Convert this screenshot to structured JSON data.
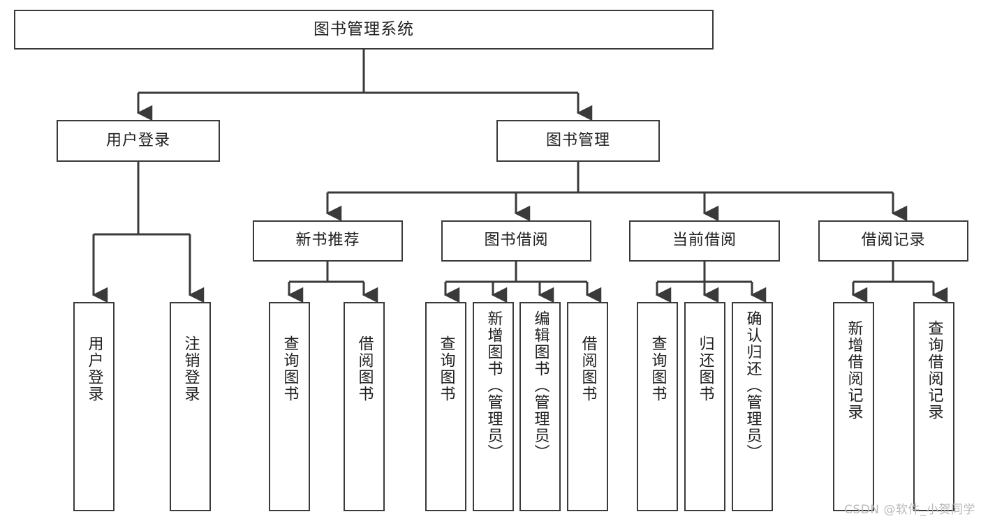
{
  "diagram": {
    "title": "图书管理系统",
    "type": "tree",
    "root": {
      "label": "图书管理系统"
    },
    "level2": [
      {
        "label": "用户登录"
      },
      {
        "label": "图书管理"
      }
    ],
    "level3": [
      {
        "label": "新书推荐"
      },
      {
        "label": "图书借阅"
      },
      {
        "label": "当前借阅"
      },
      {
        "label": "借阅记录"
      }
    ],
    "leaves": {
      "user_login": [
        {
          "label": "用户登录"
        },
        {
          "label": "注销登录"
        }
      ],
      "new_book_recommend": [
        {
          "label": "查询图书"
        },
        {
          "label": "借阅图书"
        }
      ],
      "book_borrow": [
        {
          "label": "查询图书"
        },
        {
          "label": "新增图书（管理员）"
        },
        {
          "label": "编辑图书（管理员）"
        },
        {
          "label": "借阅图书"
        }
      ],
      "current_borrow": [
        {
          "label": "查询图书"
        },
        {
          "label": "归还图书"
        },
        {
          "label": "确认归还（管理员）"
        }
      ],
      "borrow_record": [
        {
          "label": "新增借阅记录"
        },
        {
          "label": "查询借阅记录"
        }
      ]
    }
  },
  "watermark": {
    "text": "CSDN @软件_小贺同学"
  },
  "colors": {
    "stroke": "#3a3a3a",
    "background": "#ffffff",
    "text": "#202020",
    "watermark": "#b9b9b9"
  }
}
